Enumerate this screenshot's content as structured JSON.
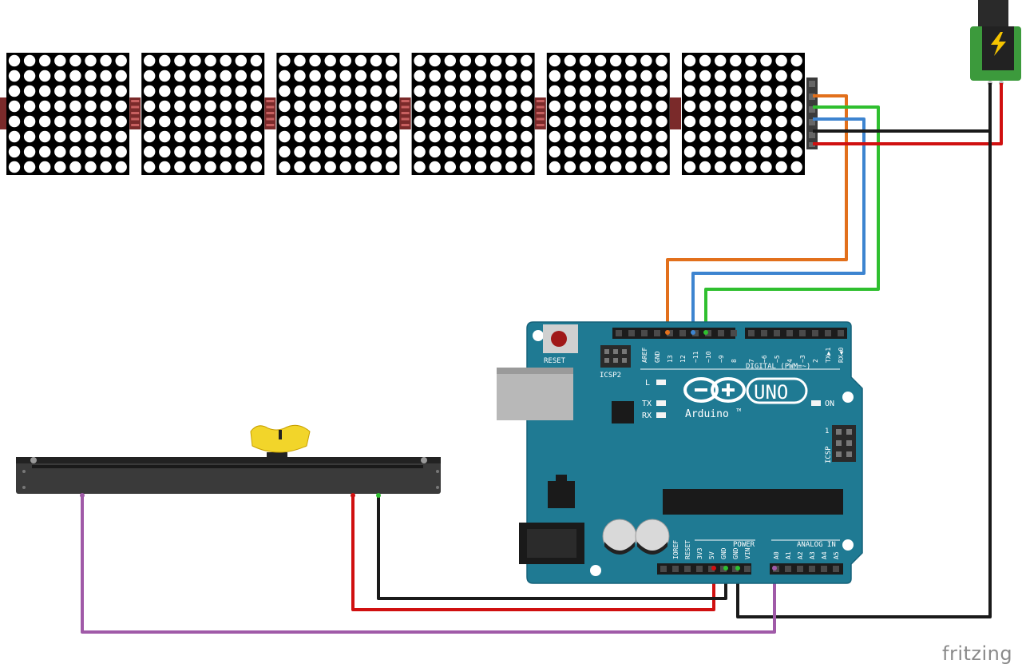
{
  "diagram": {
    "watermark": "fritzing",
    "arduino": {
      "reset": "RESET",
      "icsp2": "ICSP2",
      "icsp": "ICSP",
      "icsp_pin1": "1",
      "digital": "DIGITAL (PWM=~)",
      "brand": "Arduino",
      "tm": "TM",
      "model": "UNO",
      "on": "ON",
      "led_l": "L",
      "led_tx": "TX",
      "led_rx": "RX",
      "power": "POWER",
      "analog_in": "ANALOG IN",
      "top_pins": [
        "AREF",
        "GND",
        "13",
        "12",
        "~11",
        "~10",
        "~9",
        "8",
        "7",
        "~6",
        "~5",
        "4",
        "~3",
        "2",
        "TX▶1",
        "RX◀0"
      ],
      "bottom_power_pins": [
        "IOREF",
        "RESET",
        "3V3",
        "5V",
        "GND",
        "GND",
        "VIN"
      ],
      "bottom_analog_pins": [
        "A0",
        "A1",
        "A2",
        "A3",
        "A4",
        "A5"
      ]
    },
    "led_matrix_modules": 6,
    "wire_colors": {
      "orange": "#e2701c",
      "blue": "#3d84d0",
      "green": "#2fbf2f",
      "black": "#1a1a1a",
      "red": "#d01010",
      "purple": "#a05aa8"
    },
    "board_color": "#1f7a93"
  }
}
